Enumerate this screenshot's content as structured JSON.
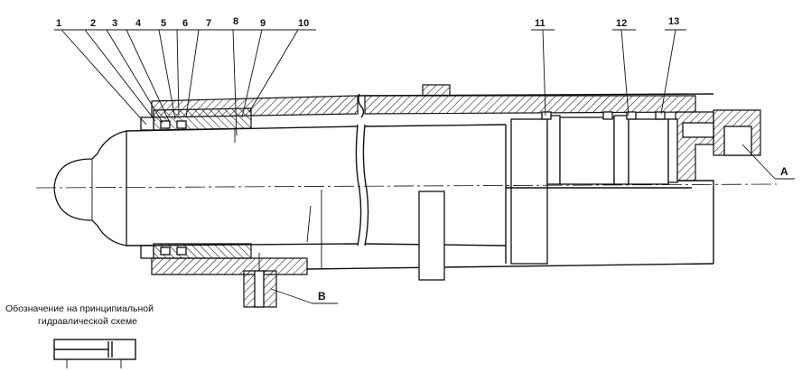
{
  "diagram": {
    "part_numbers": [
      "1",
      "2",
      "3",
      "4",
      "5",
      "6",
      "7",
      "8",
      "9",
      "10",
      "11",
      "12",
      "13"
    ],
    "port_labels": {
      "A": "A",
      "B": "B"
    },
    "caption_line1": "Обозначение на принципиальной",
    "caption_line2": "гидравлической схеме"
  }
}
